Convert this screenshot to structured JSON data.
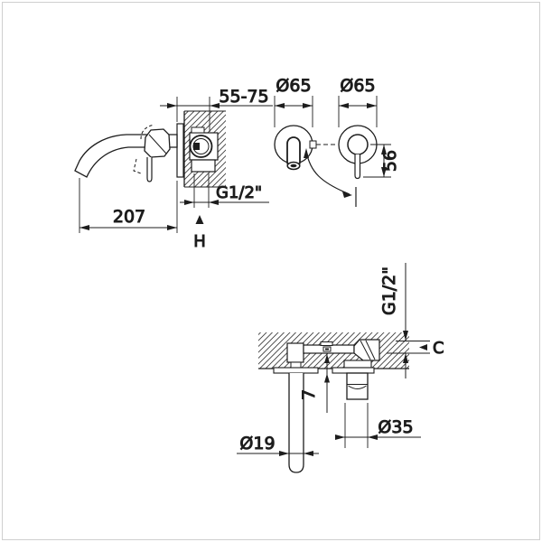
{
  "meta": {
    "title": "Wall-mounted basin mixer tap — dimensional technical drawing",
    "views": [
      "side view",
      "front view",
      "top section view"
    ]
  },
  "labels": {
    "side": {
      "embed_depth": "55-75",
      "spout_reach": "207",
      "thread": "G1/2\"",
      "height_ref": "H"
    },
    "front": {
      "dia_spout_escutcheon": "Ø65",
      "dia_handle_escutcheon": "Ø65",
      "lever_length": "56"
    },
    "top": {
      "thread": "G1/2\"",
      "clearance_ref": "C",
      "plate_offset": "7",
      "dia_spout_tube": "Ø19",
      "dia_cartridge": "Ø35"
    }
  },
  "colors": {
    "line": "#1d1d1d",
    "background": "#ffffff",
    "frame": "#cfcfcf"
  }
}
